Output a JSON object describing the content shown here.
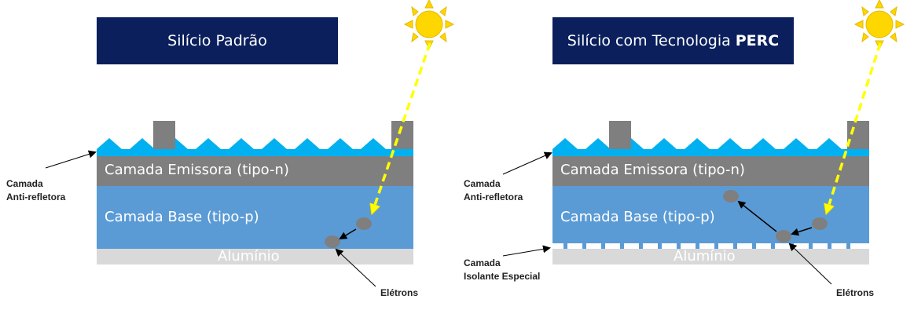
{
  "panels": [
    {
      "title": "Silício Padrão",
      "title_bold": "",
      "emitter_label": "Camada Emissora (tipo-n)",
      "base_label": "Camada Base (tipo-p)",
      "aluminum_label": "Alumínio",
      "antireflective_label_line1": "Camada",
      "antireflective_label_line2": "Anti-refletora",
      "electrons_label": "Elétrons"
    },
    {
      "title": "Silício com Tecnologia",
      "title_bold": "PERC",
      "emitter_label": "Camada Emissora (tipo-n)",
      "base_label": "Camada Base (tipo-p)",
      "aluminum_label": "Alumínio",
      "antireflective_label_line1": "Camada",
      "antireflective_label_line2": "Anti-refletora",
      "insulating_label_line1": "Camada",
      "insulating_label_line2": "Isolante Especial",
      "electrons_label": "Elétrons"
    }
  ],
  "colors": {
    "title_bg": "#0a1f5c",
    "antireflective": "#00b0f0",
    "emitter": "#7f7f7f",
    "base": "#5b9bd5",
    "aluminum": "#d9d9d9",
    "contact": "#7f7f7f",
    "sun": "#ffd700",
    "sun_ray": "#ffff00",
    "electron": "#7f7f7f"
  }
}
